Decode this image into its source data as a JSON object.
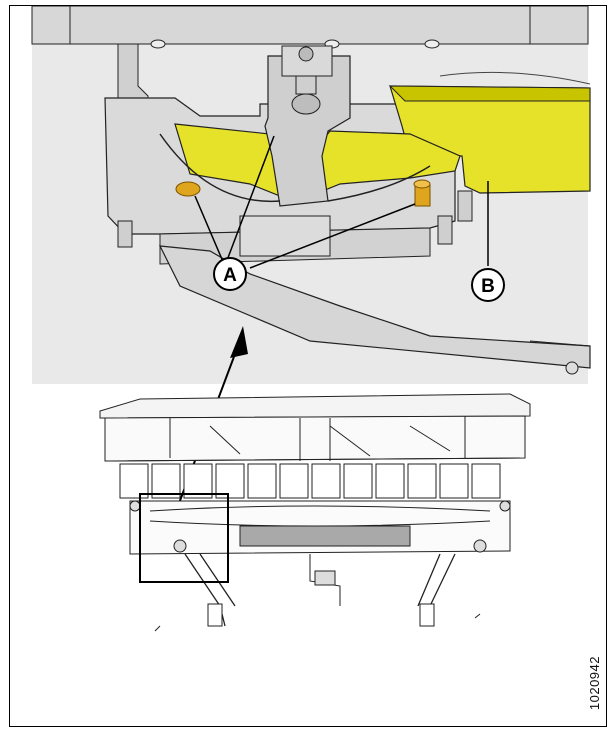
{
  "figure": {
    "callouts": [
      {
        "id": "A",
        "label": "A",
        "refers_to": "grease-fittings"
      },
      {
        "id": "B",
        "label": "B",
        "refers_to": "frame-member"
      }
    ],
    "document_number": "1020942",
    "colors": {
      "highlight": "#e6e22a",
      "highlight_dark": "#c8c400",
      "grease_fitting": "#e0a51e",
      "metal": "#d9d9d9",
      "metal_dark": "#bdbdbd",
      "line": "#222222"
    }
  }
}
